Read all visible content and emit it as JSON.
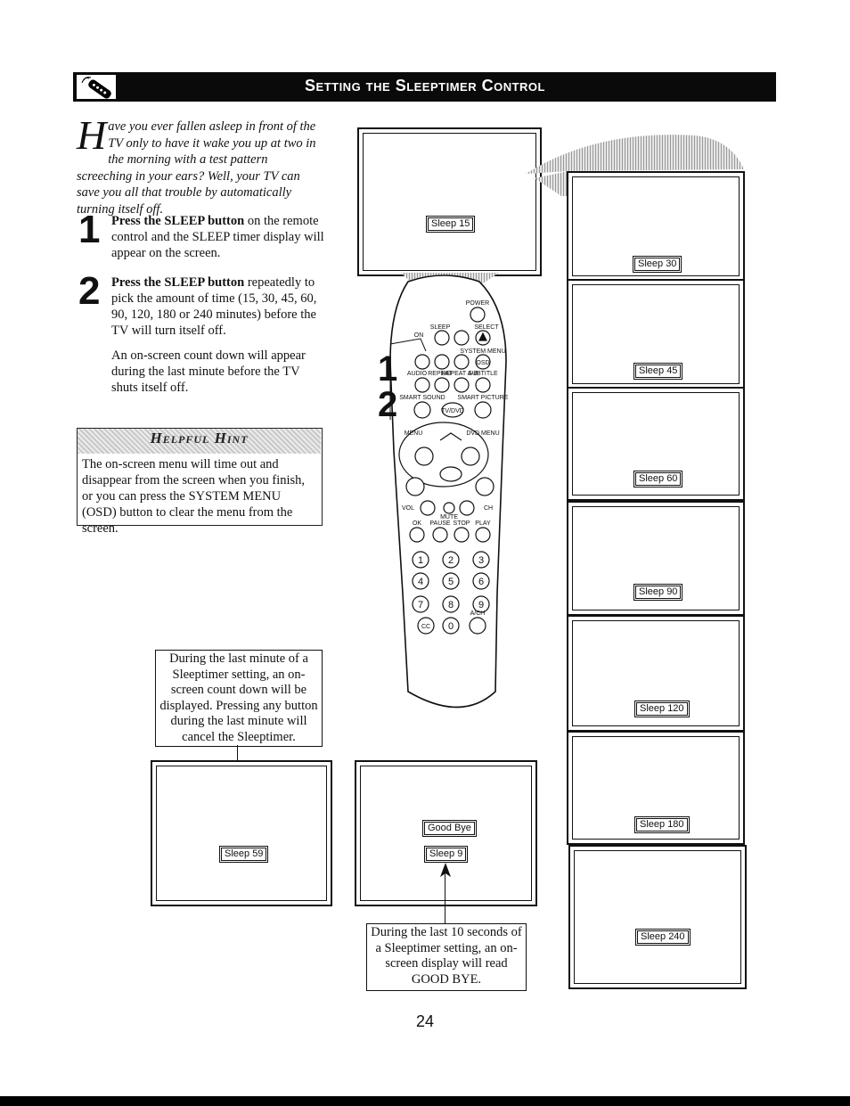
{
  "header": {
    "title": "Setting the Sleeptimer Control",
    "icon": "remote-hand-icon"
  },
  "intro": {
    "dropcap": "H",
    "text": "ave you ever fallen asleep in front of the TV only to have it wake you up at two in the morning with a test pattern screeching in your ears? Well, your TV can save you all that trouble by automatically turning itself off."
  },
  "steps": [
    {
      "num": "1",
      "bold": "Press the SLEEP button",
      "text": " on the remote control and the SLEEP timer display will appear on the screen."
    },
    {
      "num": "2",
      "bold": "Press the SLEEP button",
      "text": " repeatedly to pick the amount of time (15, 30, 45, 60, 90, 120, 180 or 240 minutes) before the TV will turn itself off."
    }
  ],
  "countdown_note": "An on-screen count down will appear during the last minute before the TV shuts itself off.",
  "hint": {
    "title": "Helpful Hint",
    "body": "The on-screen menu will time out and disappear from the screen when you finish, or you can press the SYSTEM MENU (OSD) button to clear the menu from the screen."
  },
  "tv_main": {
    "osd": "Sleep 15"
  },
  "tv_stack": [
    "Sleep 30",
    "Sleep 45",
    "Sleep 60",
    "Sleep 90",
    "Sleep 120",
    "Sleep 180",
    "Sleep 240"
  ],
  "tv_last_minute": {
    "osd": "Sleep 59"
  },
  "tv_goodbye": {
    "osd1": "Good Bye",
    "osd2": "Sleep 9"
  },
  "caption_last_minute": "During the last minute of a Sleeptimer setting, an on-screen count down will be displayed. Pressing any button during the last minute will cancel the Sleeptimer.",
  "caption_last_ten": "During the last 10 seconds of a Sleeptimer setting, an on-screen display will read GOOD BYE.",
  "remote": {
    "callouts": [
      "1",
      "2"
    ],
    "labels": {
      "power": "POWER",
      "sleep": "SLEEP",
      "select": "SELECT",
      "on": "ON",
      "system_menu": "SYSTEM MENU",
      "osd": "OSD",
      "audio": "AUDIO",
      "repeat": "REPEAT",
      "repeat_ab": "REPEAT A-B",
      "subtitle": "SUBTITLE",
      "smart_sound": "SMART SOUND",
      "smart_picture": "SMART PICTURE",
      "tvdvd": "TV/DVD",
      "menu": "MENU",
      "dvd_menu": "DVD MENU",
      "vol": "VOL",
      "ch": "CH",
      "mute": "MUTE",
      "ok": "OK",
      "pause": "PAUSE",
      "stop": "STOP",
      "play": "PLAY",
      "ach": "A/CH",
      "cc": "CC"
    },
    "digits": [
      "1",
      "2",
      "3",
      "4",
      "5",
      "6",
      "7",
      "8",
      "9",
      "0"
    ]
  },
  "page_number": "24"
}
